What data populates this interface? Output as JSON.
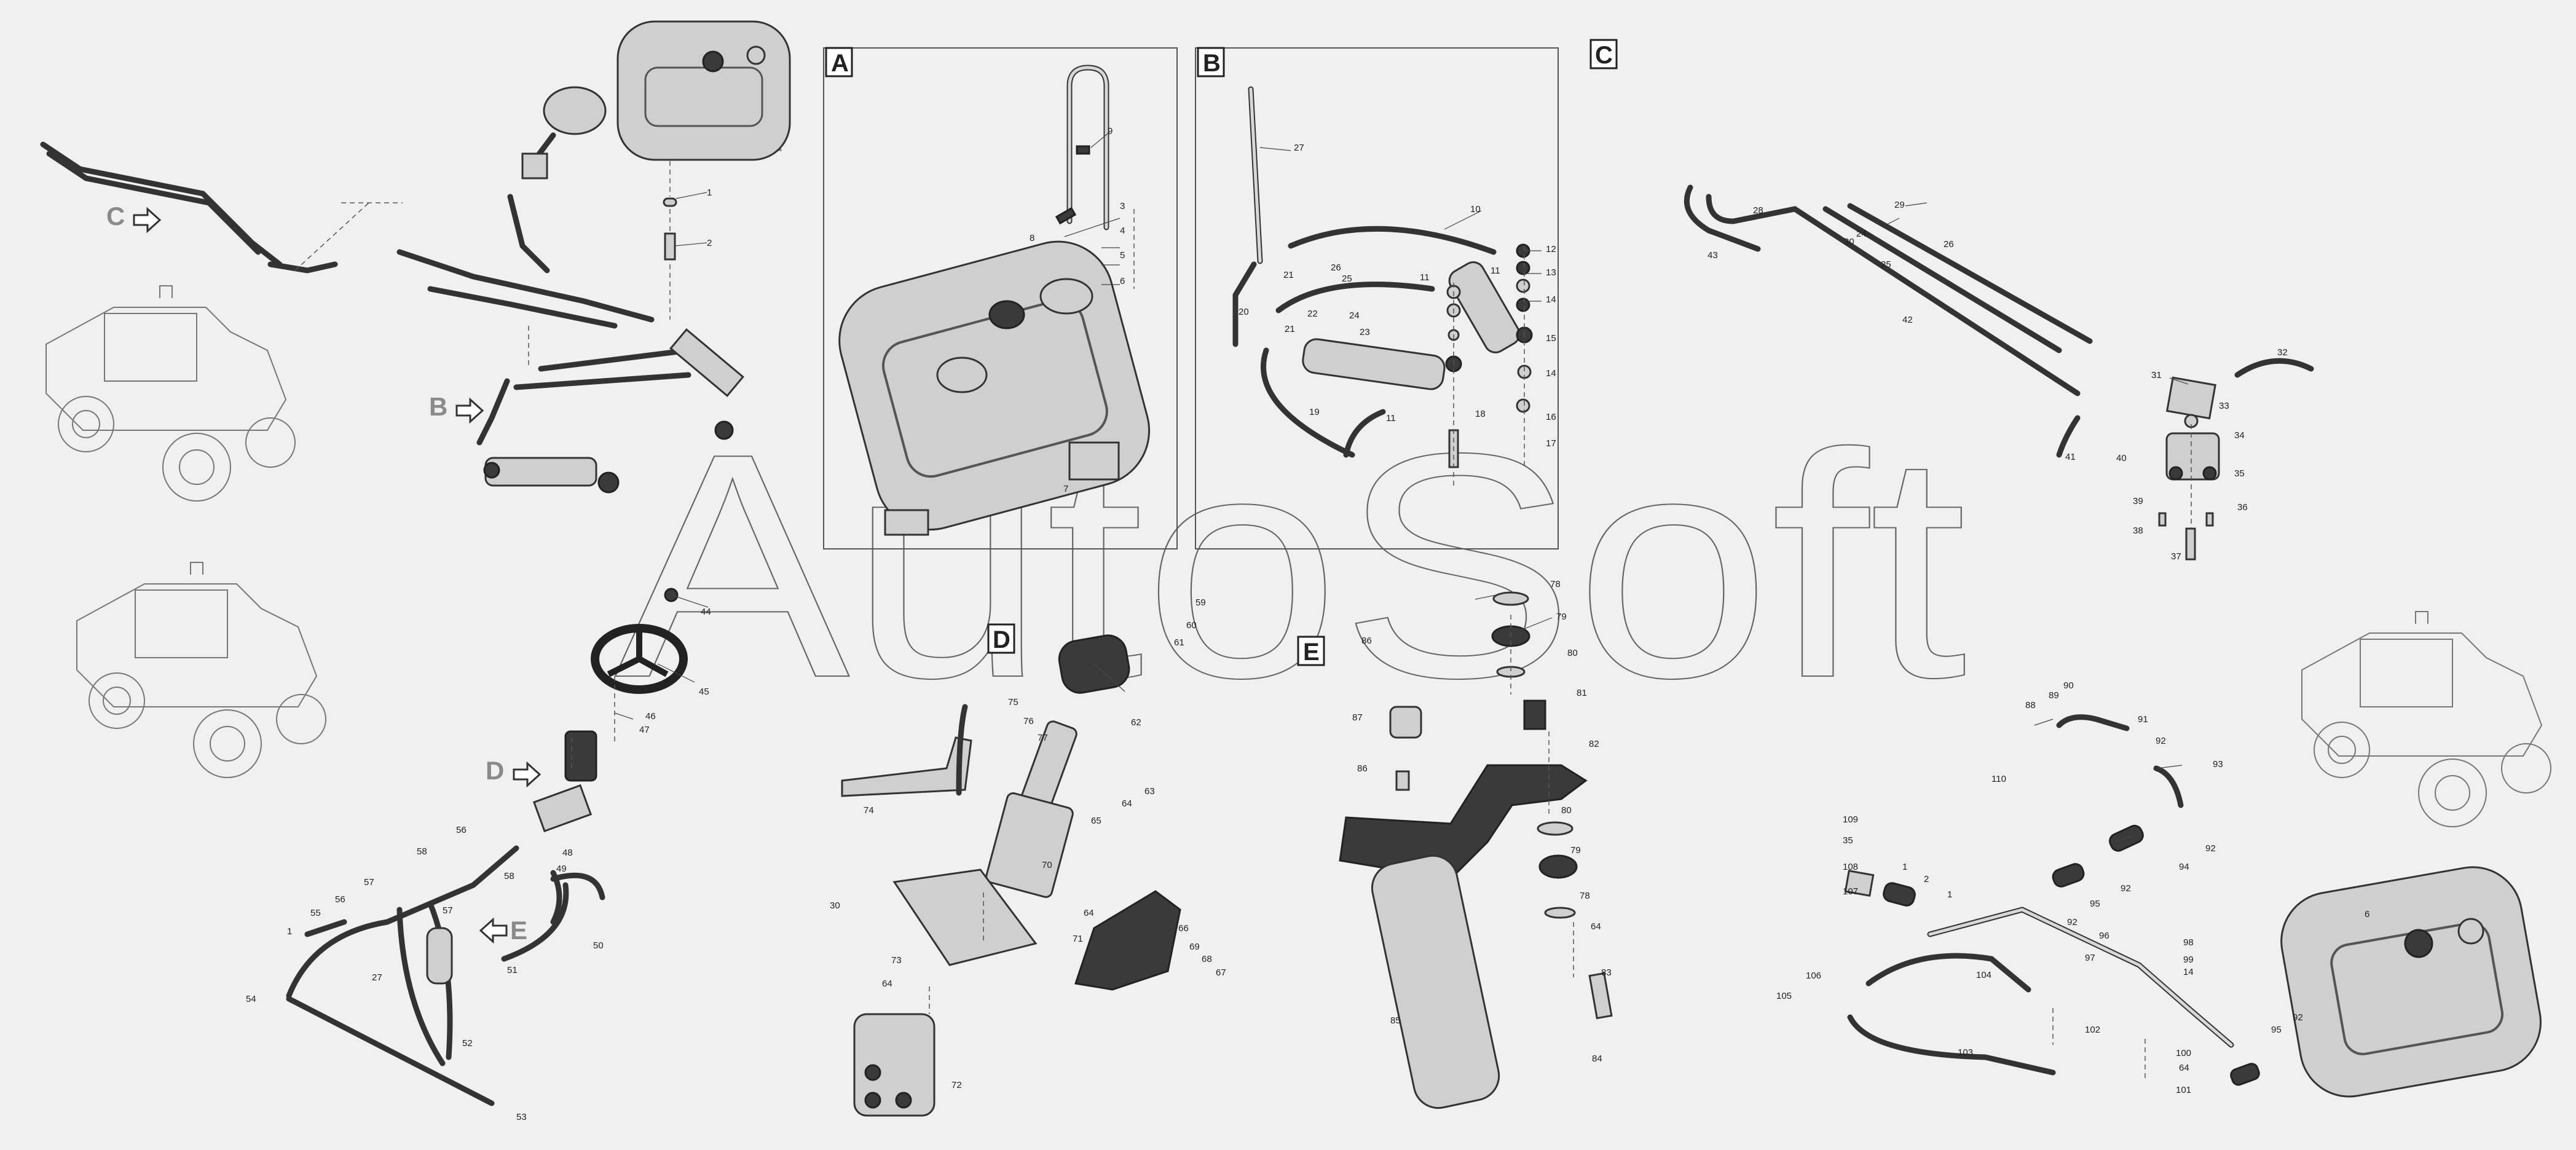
{
  "watermark": "AutoSoft",
  "sections": {
    "A": "A",
    "B": "B",
    "C": "C",
    "D": "D",
    "E": "E"
  },
  "arrows": {
    "A": "A",
    "B": "B",
    "C": "C",
    "D": "D",
    "E": "E"
  },
  "colors": {
    "background": "#f0f0f0",
    "part_fill": "#cfcfcf",
    "outline": "#333333",
    "dark_part": "#3a3a3a"
  },
  "callouts": {
    "a1": "1",
    "a2": "2",
    "sa3": "3",
    "sa4": "4",
    "sa5": "5",
    "sa6": "6",
    "sa7": "7",
    "sa8": "8",
    "sa9": "9",
    "b10": "10",
    "b11a": "11",
    "b11b": "11",
    "b11c": "11",
    "b12": "12",
    "b13": "13",
    "b14a": "14",
    "b14b": "14",
    "b15": "15",
    "b16": "16",
    "b17": "17",
    "b18": "18",
    "b19": "19",
    "b20": "20",
    "b21a": "21",
    "b21b": "21",
    "b22": "22",
    "b23": "23",
    "b24": "24",
    "b25": "25",
    "b26": "26",
    "b27": "27",
    "c24": "24",
    "c25": "25",
    "c26": "26",
    "c28": "28",
    "c29": "29",
    "c30": "30",
    "c31": "31",
    "c32": "32",
    "c33": "33",
    "c34": "34",
    "c35": "35",
    "c36": "36",
    "c37": "37",
    "c38": "38",
    "c39": "39",
    "c40": "40",
    "c41": "41",
    "c42": "42",
    "c43": "43",
    "d1": "1",
    "d27": "27",
    "d30": "30",
    "d44": "44",
    "d45": "45",
    "d46": "46",
    "d47": "47",
    "d48": "48",
    "d49": "49",
    "d50": "50",
    "d51": "51",
    "d52": "52",
    "d53": "53",
    "d54": "54",
    "d55": "55",
    "d56a": "56",
    "d56b": "56",
    "d57a": "57",
    "d57b": "57",
    "d58a": "58",
    "d58b": "58",
    "d59": "59",
    "d60": "60",
    "d61": "61",
    "d62": "62",
    "d63": "63",
    "d64a": "64",
    "d64b": "64",
    "d64c": "64",
    "d65": "65",
    "d66": "66",
    "d67": "67",
    "d68": "68",
    "d69": "69",
    "d70": "70",
    "d71": "71",
    "d72": "72",
    "d73": "73",
    "d74": "74",
    "d75": "75",
    "d76": "76",
    "d77": "77",
    "e64": "64",
    "e78a": "78",
    "e78b": "78",
    "e79a": "79",
    "e79b": "79",
    "e80a": "80",
    "e80b": "80",
    "e81": "81",
    "e82": "82",
    "e83": "83",
    "e84": "84",
    "e85": "85",
    "e86a": "86",
    "e86b": "86",
    "e87": "87",
    "f1a": "1",
    "f1b": "1",
    "f2": "2",
    "f6": "6",
    "f14": "14",
    "f35": "35",
    "f64": "64",
    "f88": "88",
    "f89": "89",
    "f90": "90",
    "f91": "91",
    "f92a": "92",
    "f92b": "92",
    "f92c": "92",
    "f92d": "92",
    "f92e": "92",
    "f93": "93",
    "f94": "94",
    "f95a": "95",
    "f95b": "95",
    "f96": "96",
    "f97": "97",
    "f98": "98",
    "f99": "99",
    "f100": "100",
    "f101": "101",
    "f102": "102",
    "f103": "103",
    "f104": "104",
    "f105": "105",
    "f106": "106",
    "f107": "107",
    "f108": "108",
    "f109": "109",
    "f110": "110"
  }
}
